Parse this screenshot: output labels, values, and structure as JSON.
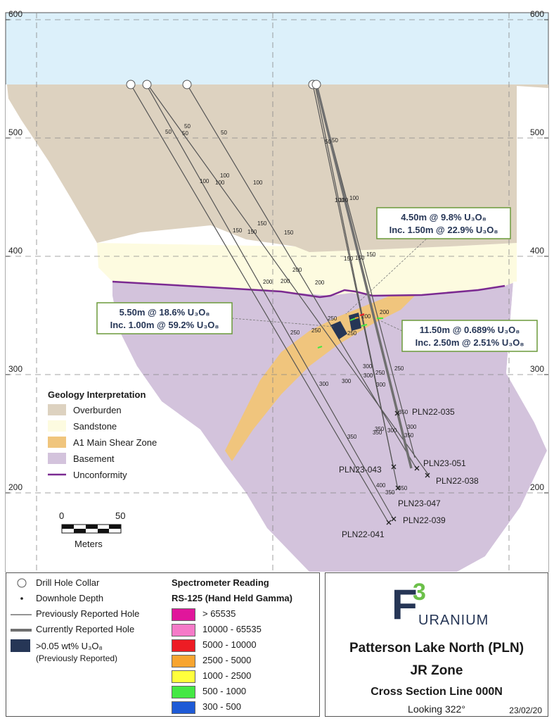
{
  "elevation_labels": [
    "600",
    "500",
    "400",
    "300",
    "200"
  ],
  "geology_legend": {
    "title": "Geology Interpretation",
    "items": [
      {
        "label": "Overburden",
        "color": "#ddd2c0"
      },
      {
        "label": "Sandstone",
        "color": "#fdfbe0"
      },
      {
        "label": "A1 Main Shear Zone",
        "color": "#f0c57d"
      },
      {
        "label": "Basement",
        "color": "#d3c3dc"
      },
      {
        "label": "Unconformity",
        "color": "#7b2a91"
      }
    ]
  },
  "scale_bar": {
    "start": "0",
    "end": "50",
    "unit": "Meters"
  },
  "symbols_legend": [
    {
      "label": "Drill Hole Collar",
      "icon": "circle-icon"
    },
    {
      "label": "Downhole Depth",
      "icon": "dot-icon"
    },
    {
      "label": "Previously Reported Hole",
      "icon": "thin-line-icon"
    },
    {
      "label": "Currently Reported Hole",
      "icon": "thick-line-icon"
    },
    {
      "label": ">0.05 wt% U₃O₈",
      "icon": "navy-box-icon"
    },
    {
      "label": "(Previously Reported)",
      "icon": ""
    }
  ],
  "spectrometer": {
    "title1": "Spectrometer Reading",
    "title2": "RS-125 (Hand Held Gamma)",
    "ranges": [
      {
        "label": "> 65535",
        "color": "#e0169b"
      },
      {
        "label": "10000 - 65535",
        "color": "#f57ac8"
      },
      {
        "label": "5000 - 10000",
        "color": "#ed1c24"
      },
      {
        "label": "2500 - 5000",
        "color": "#f8a530"
      },
      {
        "label": "1000 - 2500",
        "color": "#ffff3c"
      },
      {
        "label": "500 - 1000",
        "color": "#44e844"
      },
      {
        "label": "300 - 500",
        "color": "#1e5ad6"
      }
    ]
  },
  "logo": {
    "mark": "F",
    "superscript": "3",
    "word": "URANIUM"
  },
  "title": {
    "line1": "Patterson Lake North (PLN)",
    "line2": "JR Zone",
    "line3": "Cross Section Line 000N",
    "looking": "Looking 322°",
    "date": "23/02/20"
  },
  "callouts": [
    {
      "line1": "4.50m @ 9.8% U₃O₈",
      "line2": "Inc. 1.50m @ 22.9% U₃O₈"
    },
    {
      "line1": "5.50m @ 18.6% U₃O₈",
      "line2": "Inc. 1.00m @ 59.2% U₃O₈"
    },
    {
      "line1": "11.50m @ 0.689% U₃O₈",
      "line2": "Inc. 2.50m @ 2.51% U₃O₈"
    }
  ],
  "hole_labels": [
    "PLN22-035",
    "PLN23-051",
    "PLN22-038",
    "PLN23-043",
    "PLN23-047",
    "PLN22-039",
    "PLN22-041"
  ],
  "depth_labels": [
    "50",
    "100",
    "150",
    "200",
    "250",
    "300",
    "350",
    "400"
  ],
  "colors": {
    "sky": "#dcf0fa",
    "overburden": "#ddd2c0",
    "sandstone": "#fdfbe0",
    "shear": "#f0c57d",
    "basement": "#d3c3dc",
    "unconformity": "#7b2a91",
    "navy": "#263656",
    "callout_border": "#6b9a3a",
    "logo_green": "#6cc04a"
  }
}
